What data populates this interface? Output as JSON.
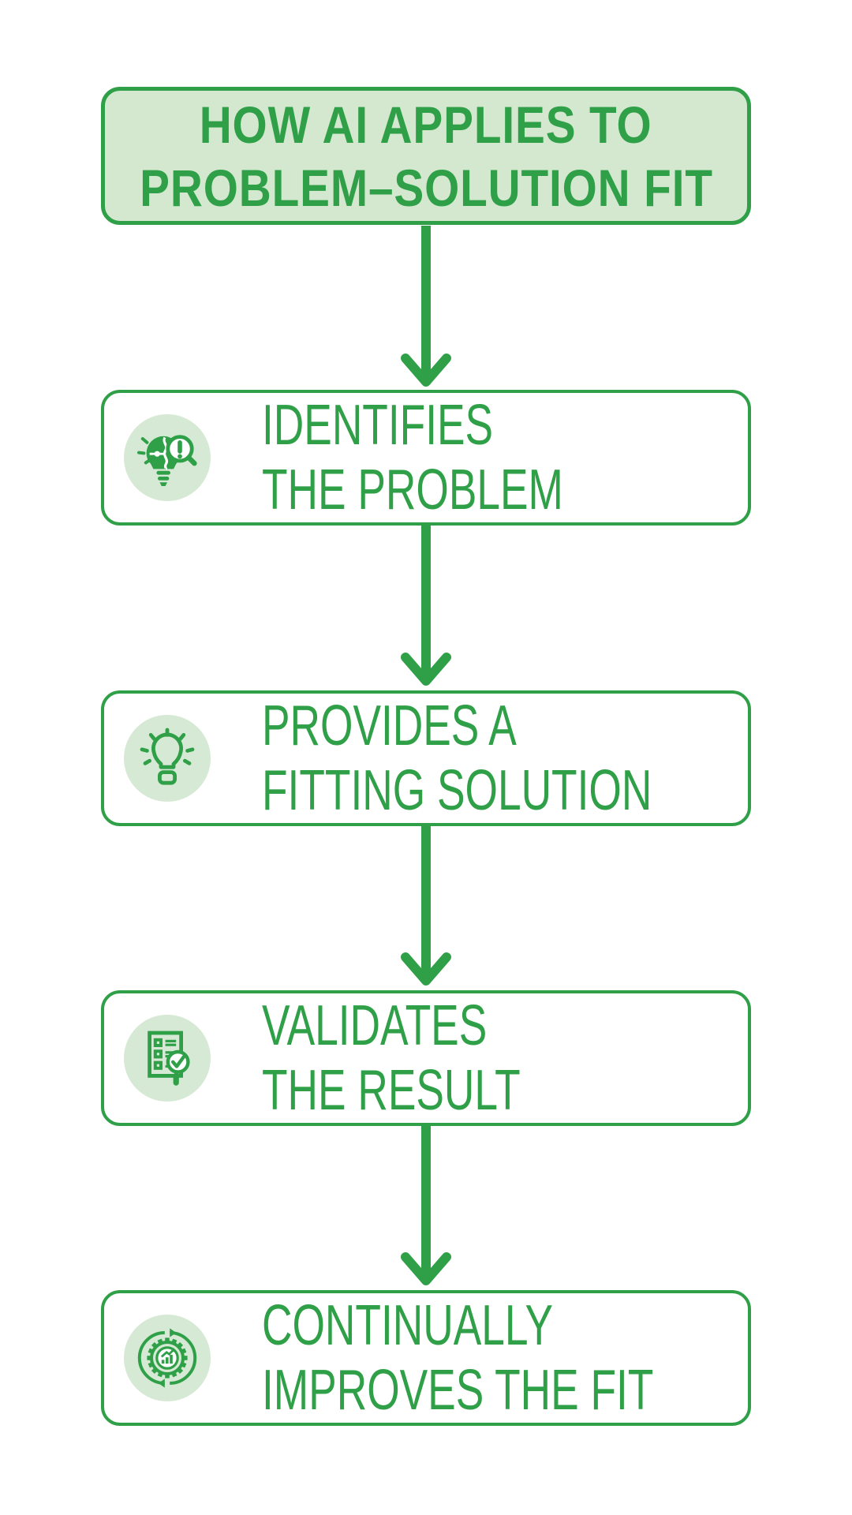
{
  "colors": {
    "green": "#2fa048",
    "light_green": "#d6e9d4",
    "title_fill": "#d4e8d0",
    "background": "#ffffff"
  },
  "title": {
    "line1": "HOW AI APPLIES TO",
    "line2": "PROBLEM–SOLUTION FIT"
  },
  "steps": [
    {
      "line1": "IDENTIFIES",
      "line2": "THE PROBLEM",
      "icon": "problem-identification-icon"
    },
    {
      "line1": "PROVIDES A",
      "line2": "FITTING SOLUTION",
      "icon": "lightbulb-solution-icon"
    },
    {
      "line1": "VALIDATES",
      "line2": "THE RESULT",
      "icon": "checklist-validation-icon"
    },
    {
      "line1": "CONTINUALLY",
      "line2": "IMPROVES THE FIT",
      "icon": "continuous-improvement-icon"
    }
  ]
}
